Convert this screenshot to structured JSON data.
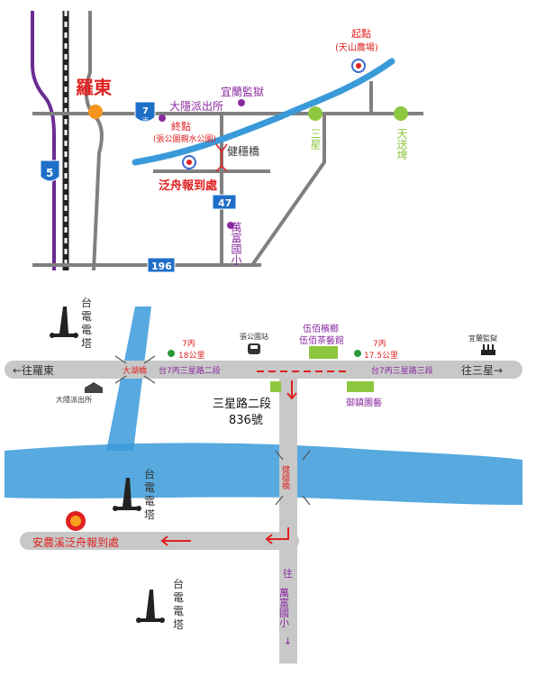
{
  "top_map": {
    "town": "羅東",
    "route7_shield": "7",
    "route7_sub": "丙",
    "route5_shield": "5",
    "route47_shield": "47",
    "route196_shield": "196",
    "police": "大隱派出所",
    "prison": "宜蘭監獄",
    "start": "起點",
    "start_sub": "(天山農場)",
    "end": "終點",
    "end_sub": "(張公園親水公園)",
    "bridge": "健穩橋",
    "rafting": "泛舟報到處",
    "school": "萬富國小",
    "sanxing": "三星",
    "tiansongpi": "天送埤"
  },
  "bottom_map": {
    "tower1_a": "台",
    "tower1_b": "電",
    "tower1_c": "電",
    "tower1_d": "塔",
    "to_luodong": "←往羅東",
    "to_sanxing": "往三星→",
    "police": "大隱派出所",
    "dahu_bridge": "大湖橋",
    "km_left": "7丙",
    "km_left2": "18公里",
    "zhang_park": "張公園站",
    "road_left": "台7丙三星路二段",
    "road_right": "台7丙三星路三段",
    "wubai_1": "伍佰檳榔",
    "wubai_2": "伍佰茶藝館",
    "km_right": "7丙",
    "km_right2": "17.5公里",
    "prison": "宜蘭監獄",
    "yuxian": "御鎮園藝",
    "address_1": "三星路二段",
    "address_2": "836號",
    "jianwen": "健穩橋",
    "rafting": "安農溪泛舟報到處",
    "to_school_1": "往",
    "to_school_2": "萬富國小",
    "to_school_3": "↓"
  },
  "colors": {
    "road": "#808080",
    "river": "#3a9ad9",
    "red": "#e02020",
    "purple": "#8a2aa0",
    "green": "#8dc63f",
    "orange": "#f7941d",
    "route5_line": "#6a2c91"
  }
}
